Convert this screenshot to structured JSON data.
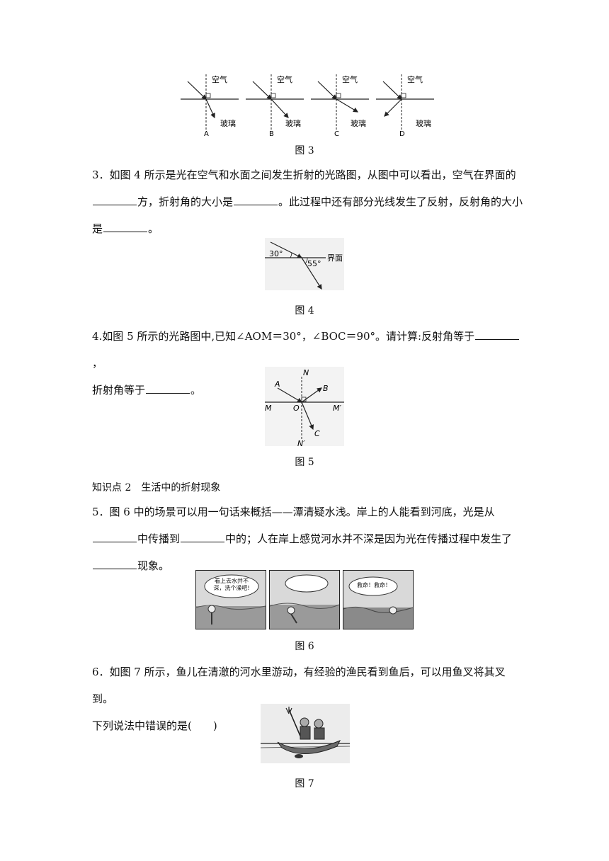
{
  "figure3": {
    "caption": "图 3",
    "panels": [
      {
        "letter": "A",
        "top_label": "空气",
        "bottom_label": "玻璃"
      },
      {
        "letter": "B",
        "top_label": "空气",
        "bottom_label": "玻璃"
      },
      {
        "letter": "C",
        "top_label": "空气",
        "bottom_label": "玻璃"
      },
      {
        "letter": "D",
        "top_label": "空气",
        "bottom_label": "玻璃"
      }
    ]
  },
  "q3": {
    "part1": "3．如图 4 所示是光在空气和水面之间发生折射的光路图，从图中可以看出，空气在界面的",
    "part2": "方，折射角的大小是",
    "part3": "。此过程中还有部分光线发生了反射，反射角的大小",
    "part4": "是",
    "part5": "。"
  },
  "figure4": {
    "caption": "图 4",
    "angle1": "30°",
    "angle2": "55°",
    "interface_label": "界面"
  },
  "q4": {
    "part1": "4.如图 5 所示的光路图中,已知∠AOM＝30°，∠BOC＝90°。请计算:反射角等于",
    "part2": "，",
    "part3": "折射角等于",
    "part4": "。"
  },
  "figure5": {
    "caption": "图 5",
    "labels": {
      "N": "N",
      "A": "A",
      "B": "B",
      "M": "M",
      "O": "O",
      "M2": "M′",
      "C": "C",
      "N2": "N′"
    }
  },
  "section2": {
    "title": "知识点 2",
    "subtitle": "生活中的折射现象"
  },
  "q5": {
    "part1": "5．图 6 中的场景可以用一句话来概括——潭清疑水浅。岸上的人能看到河底，光是从",
    "part2": "中传播到",
    "part3": "中的；人在岸上感觉河水并不深是因为光在传播过程中发生了",
    "part4": "现象。"
  },
  "figure6": {
    "caption": "图 6",
    "bubble1": "看上去水并不深，洗个澡吧!",
    "bubble3": "救命！救命！"
  },
  "q6": {
    "line1": "6．如图 7 所示，鱼儿在清澈的河水里游动，有经验的渔民看到鱼后，可以用鱼叉将其叉到。",
    "line2": "下列说法中错误的是(　　)"
  },
  "figure7": {
    "caption": "图 7"
  }
}
